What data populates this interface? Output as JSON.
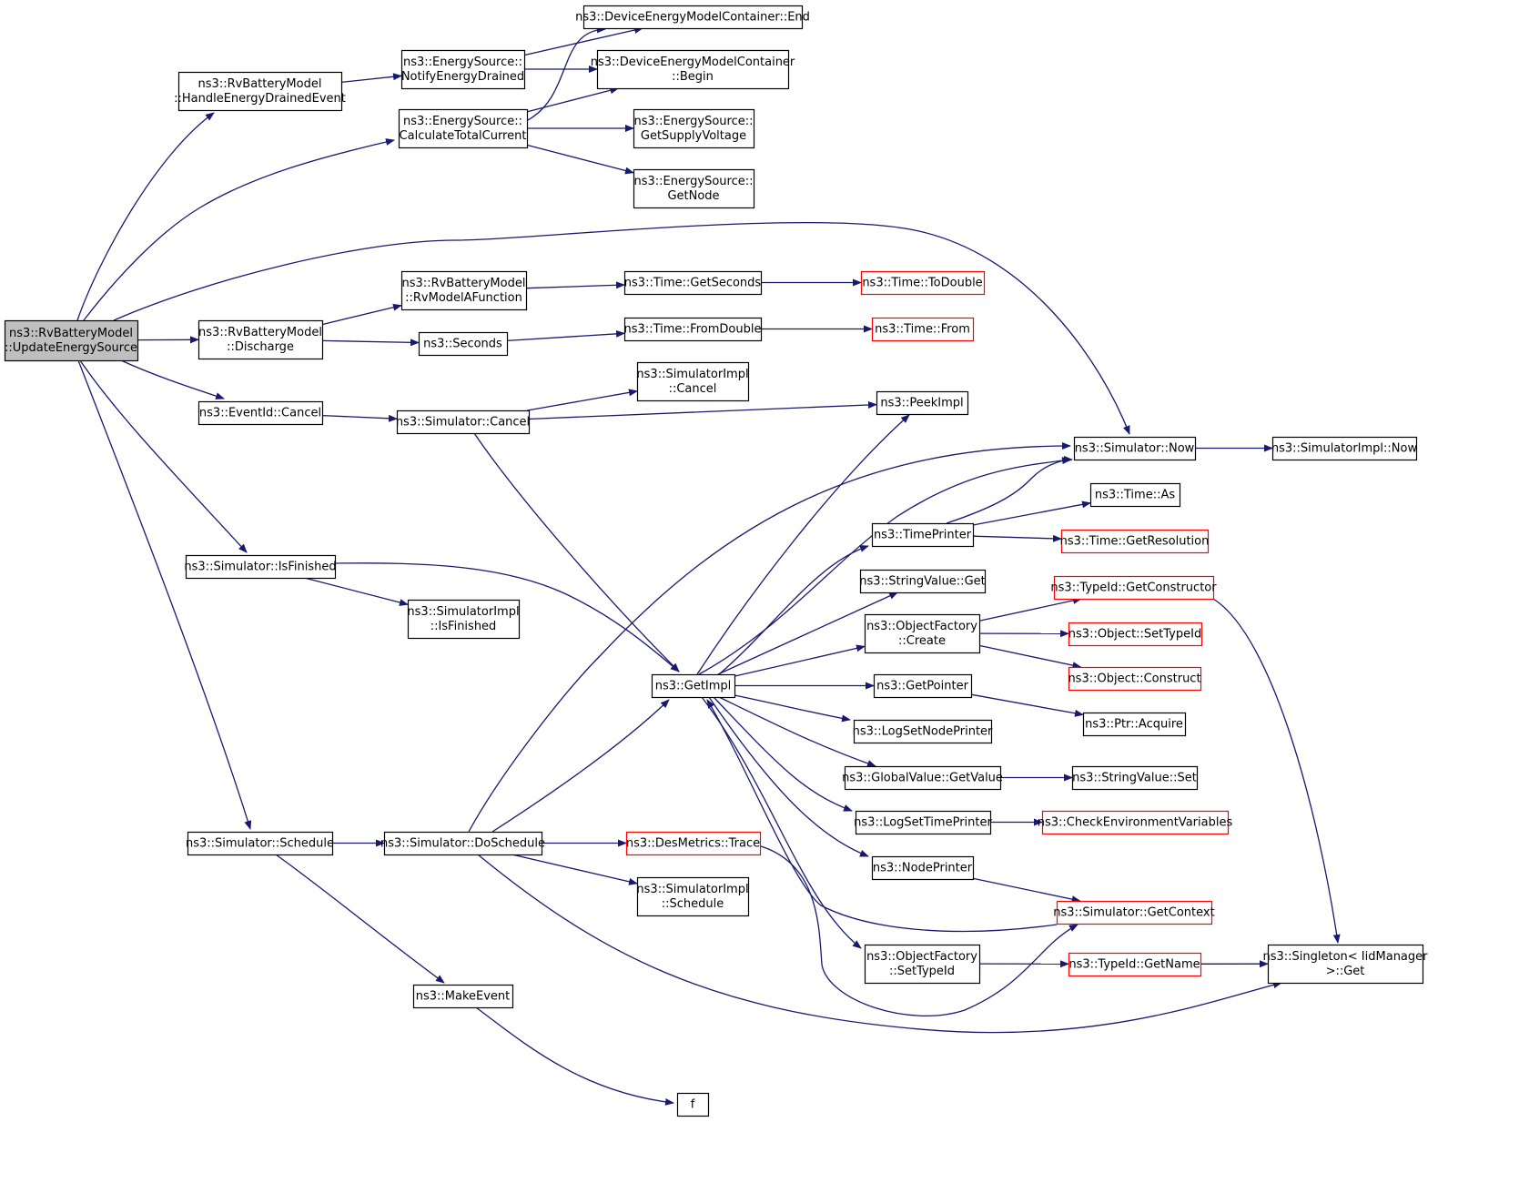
{
  "colors": {
    "edge": "#191970",
    "node_border": "#000000",
    "truncated_border": "#ff0000",
    "root_fill": "#bfbfbf",
    "node_fill": "#ffffff"
  },
  "nodes": [
    {
      "id": "n0",
      "lines": [
        "ns3::RvBatteryModel",
        "::UpdateEnergySource"
      ],
      "root": true
    },
    {
      "id": "n1",
      "lines": [
        "ns3::RvBatteryModel",
        "::HandleEnergyDrainedEvent"
      ]
    },
    {
      "id": "n2",
      "lines": [
        "ns3::EnergySource::",
        "NotifyEnergyDrained"
      ]
    },
    {
      "id": "n3",
      "lines": [
        "ns3::DeviceEnergyModelContainer::End"
      ]
    },
    {
      "id": "n4",
      "lines": [
        "ns3::DeviceEnergyModelContainer",
        "::Begin"
      ]
    },
    {
      "id": "n5",
      "lines": [
        "ns3::EnergySource::",
        "CalculateTotalCurrent"
      ]
    },
    {
      "id": "n6",
      "lines": [
        "ns3::EnergySource::",
        "GetSupplyVoltage"
      ]
    },
    {
      "id": "n7",
      "lines": [
        "ns3::EnergySource::",
        "GetNode"
      ]
    },
    {
      "id": "n8",
      "lines": [
        "ns3::RvBatteryModel",
        "::RvModelAFunction"
      ]
    },
    {
      "id": "n9",
      "lines": [
        "ns3::Time::GetSeconds"
      ]
    },
    {
      "id": "n10",
      "lines": [
        "ns3::Time::ToDouble"
      ],
      "truncated": true
    },
    {
      "id": "n11",
      "lines": [
        "ns3::RvBatteryModel",
        "::Discharge"
      ]
    },
    {
      "id": "n12",
      "lines": [
        "ns3::Seconds"
      ]
    },
    {
      "id": "n13",
      "lines": [
        "ns3::Time::FromDouble"
      ]
    },
    {
      "id": "n14",
      "lines": [
        "ns3::Time::From"
      ],
      "truncated": true
    },
    {
      "id": "n15",
      "lines": [
        "ns3::SimulatorImpl",
        "::Cancel"
      ]
    },
    {
      "id": "n16",
      "lines": [
        "ns3::EventId::Cancel"
      ]
    },
    {
      "id": "n17",
      "lines": [
        "ns3::Simulator::Cancel"
      ]
    },
    {
      "id": "n18",
      "lines": [
        "ns3::PeekImpl"
      ]
    },
    {
      "id": "n19",
      "lines": [
        "ns3::Simulator::Now"
      ]
    },
    {
      "id": "n20",
      "lines": [
        "ns3::SimulatorImpl::Now"
      ]
    },
    {
      "id": "n21",
      "lines": [
        "ns3::Time::As"
      ]
    },
    {
      "id": "n22",
      "lines": [
        "ns3::TimePrinter"
      ]
    },
    {
      "id": "n23",
      "lines": [
        "ns3::Time::GetResolution"
      ],
      "truncated": true
    },
    {
      "id": "n24",
      "lines": [
        "ns3::Simulator::IsFinished"
      ]
    },
    {
      "id": "n25",
      "lines": [
        "ns3::StringValue::Get"
      ]
    },
    {
      "id": "n26",
      "lines": [
        "ns3::TypeId::GetConstructor"
      ],
      "truncated": true
    },
    {
      "id": "n27",
      "lines": [
        "ns3::SimulatorImpl",
        "::IsFinished"
      ]
    },
    {
      "id": "n28",
      "lines": [
        "ns3::ObjectFactory",
        "::Create"
      ]
    },
    {
      "id": "n29",
      "lines": [
        "ns3::Object::SetTypeId"
      ],
      "truncated": true
    },
    {
      "id": "n30",
      "lines": [
        "ns3::Object::Construct"
      ],
      "truncated": true
    },
    {
      "id": "n31",
      "lines": [
        "ns3::GetImpl"
      ]
    },
    {
      "id": "n32",
      "lines": [
        "ns3::GetPointer"
      ]
    },
    {
      "id": "n33",
      "lines": [
        "ns3::Ptr::Acquire"
      ]
    },
    {
      "id": "n34",
      "lines": [
        "ns3::LogSetNodePrinter"
      ]
    },
    {
      "id": "n35",
      "lines": [
        "ns3::GlobalValue::GetValue"
      ]
    },
    {
      "id": "n36",
      "lines": [
        "ns3::StringValue::Set"
      ]
    },
    {
      "id": "n37",
      "lines": [
        "ns3::LogSetTimePrinter"
      ]
    },
    {
      "id": "n38",
      "lines": [
        "ns3::CheckEnvironmentVariables"
      ],
      "truncated": true
    },
    {
      "id": "n39",
      "lines": [
        "ns3::Simulator::Schedule"
      ]
    },
    {
      "id": "n40",
      "lines": [
        "ns3::Simulator::DoSchedule"
      ]
    },
    {
      "id": "n41",
      "lines": [
        "ns3::DesMetrics::Trace"
      ],
      "truncated": true
    },
    {
      "id": "n42",
      "lines": [
        "ns3::NodePrinter"
      ]
    },
    {
      "id": "n43",
      "lines": [
        "ns3::SimulatorImpl",
        "::Schedule"
      ]
    },
    {
      "id": "n44",
      "lines": [
        "ns3::Simulator::GetContext"
      ],
      "truncated": true
    },
    {
      "id": "n45",
      "lines": [
        "ns3::ObjectFactory",
        "::SetTypeId"
      ]
    },
    {
      "id": "n46",
      "lines": [
        "ns3::TypeId::GetName"
      ],
      "truncated": true
    },
    {
      "id": "n47",
      "lines": [
        "ns3::Singleton< IidManager",
        " >::Get"
      ]
    },
    {
      "id": "n48",
      "lines": [
        "ns3::MakeEvent"
      ]
    },
    {
      "id": "n49",
      "lines": [
        "f"
      ]
    }
  ],
  "edges": [
    [
      "n0",
      "n1"
    ],
    [
      "n0",
      "n5"
    ],
    [
      "n0",
      "n19"
    ],
    [
      "n0",
      "n11"
    ],
    [
      "n0",
      "n16"
    ],
    [
      "n0",
      "n24"
    ],
    [
      "n0",
      "n39"
    ],
    [
      "n1",
      "n2"
    ],
    [
      "n2",
      "n3"
    ],
    [
      "n2",
      "n4"
    ],
    [
      "n5",
      "n3"
    ],
    [
      "n5",
      "n4"
    ],
    [
      "n5",
      "n6"
    ],
    [
      "n5",
      "n7"
    ],
    [
      "n11",
      "n8"
    ],
    [
      "n11",
      "n12"
    ],
    [
      "n8",
      "n9"
    ],
    [
      "n9",
      "n10"
    ],
    [
      "n12",
      "n13"
    ],
    [
      "n13",
      "n14"
    ],
    [
      "n16",
      "n17"
    ],
    [
      "n17",
      "n15"
    ],
    [
      "n17",
      "n18"
    ],
    [
      "n17",
      "n31"
    ],
    [
      "n24",
      "n27"
    ],
    [
      "n24",
      "n31"
    ],
    [
      "n31",
      "n18"
    ],
    [
      "n31",
      "n19"
    ],
    [
      "n31",
      "n22"
    ],
    [
      "n31",
      "n25"
    ],
    [
      "n31",
      "n28"
    ],
    [
      "n31",
      "n32"
    ],
    [
      "n31",
      "n34"
    ],
    [
      "n31",
      "n35"
    ],
    [
      "n31",
      "n37"
    ],
    [
      "n31",
      "n42"
    ],
    [
      "n31",
      "n45"
    ],
    [
      "n19",
      "n20"
    ],
    [
      "n22",
      "n19"
    ],
    [
      "n22",
      "n21"
    ],
    [
      "n22",
      "n23"
    ],
    [
      "n28",
      "n26"
    ],
    [
      "n28",
      "n29"
    ],
    [
      "n28",
      "n30"
    ],
    [
      "n26",
      "n47"
    ],
    [
      "n32",
      "n33"
    ],
    [
      "n35",
      "n36"
    ],
    [
      "n37",
      "n38"
    ],
    [
      "n42",
      "n44"
    ],
    [
      "n44",
      "n31"
    ],
    [
      "n45",
      "n46"
    ],
    [
      "n46",
      "n47"
    ],
    [
      "n39",
      "n40"
    ],
    [
      "n39",
      "n48"
    ],
    [
      "n40",
      "n19"
    ],
    [
      "n40",
      "n31"
    ],
    [
      "n40",
      "n41"
    ],
    [
      "n40",
      "n43"
    ],
    [
      "n40",
      "n47"
    ],
    [
      "n41",
      "n44"
    ],
    [
      "n48",
      "n49"
    ]
  ]
}
